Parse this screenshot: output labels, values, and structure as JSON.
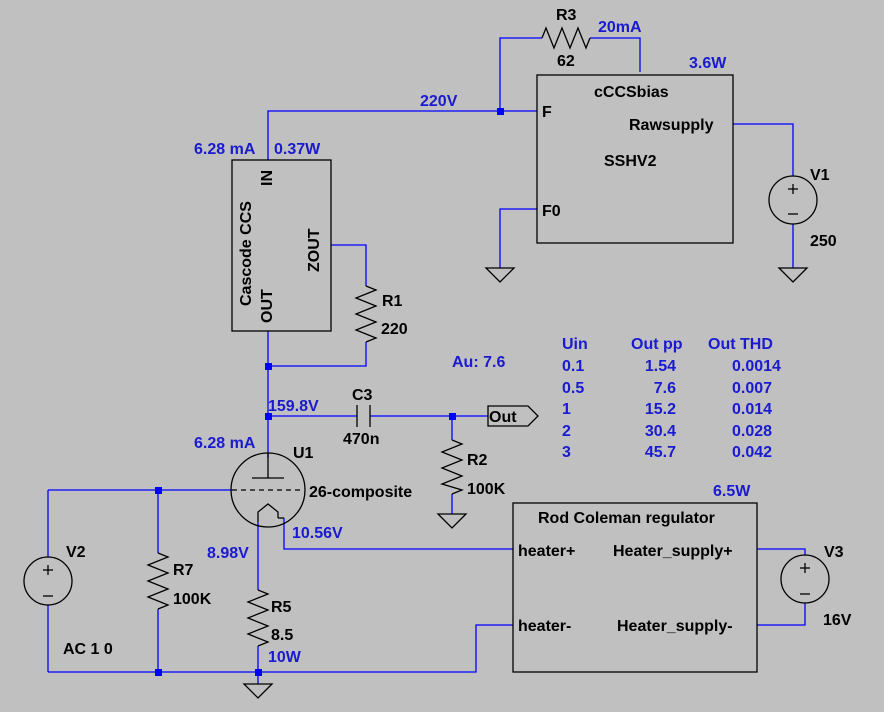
{
  "r3": {
    "name": "R3",
    "value": "62",
    "current": "20mA"
  },
  "cccs": {
    "title": "cCCSbias",
    "power": "3.6W",
    "pin_f": "F",
    "pin_f0": "F0",
    "pin_raw": "Rawsupply",
    "subtitle": "SSHV2"
  },
  "v1": {
    "name": "V1",
    "value": "250"
  },
  "node_220": "220V",
  "cascode": {
    "title": "Cascode CCS",
    "pin_in": "IN",
    "pin_out": "OUT",
    "pin_zout": "ZOUT",
    "current": "6.28 mA",
    "power": "0.37W"
  },
  "r1": {
    "name": "R1",
    "value": "220"
  },
  "gain": "Au: 7.6",
  "table": {
    "headers": [
      "Uin",
      "Out pp",
      "Out THD"
    ],
    "rows": [
      [
        "0.1",
        "1.54",
        "0.0014"
      ],
      [
        "0.5",
        "7.6",
        "0.007"
      ],
      [
        "1",
        "15.2",
        "0.014"
      ],
      [
        "2",
        "30.4",
        "0.028"
      ],
      [
        "3",
        "45.7",
        "0.042"
      ]
    ]
  },
  "node_plate": "159.8V",
  "c3": {
    "name": "C3",
    "value": "470n"
  },
  "out_label": "Out",
  "r2": {
    "name": "R2",
    "value": "100K"
  },
  "u1": {
    "name": "U1",
    "model": "26-composite",
    "current": "6.28 mA"
  },
  "v2": {
    "name": "V2",
    "value": "AC 1 0"
  },
  "r7": {
    "name": "R7",
    "value": "100K"
  },
  "node_cathode": "8.98V",
  "node_heater": "10.56V",
  "r5": {
    "name": "R5",
    "value": "8.5",
    "power": "10W"
  },
  "regulator": {
    "title": "Rod Coleman regulator",
    "power": "6.5W",
    "pin_hp": "heater+",
    "pin_hm": "heater-",
    "pin_sp": "Heater_supply+",
    "pin_sm": "Heater_supply-"
  },
  "v3": {
    "name": "V3",
    "value": "16V"
  }
}
